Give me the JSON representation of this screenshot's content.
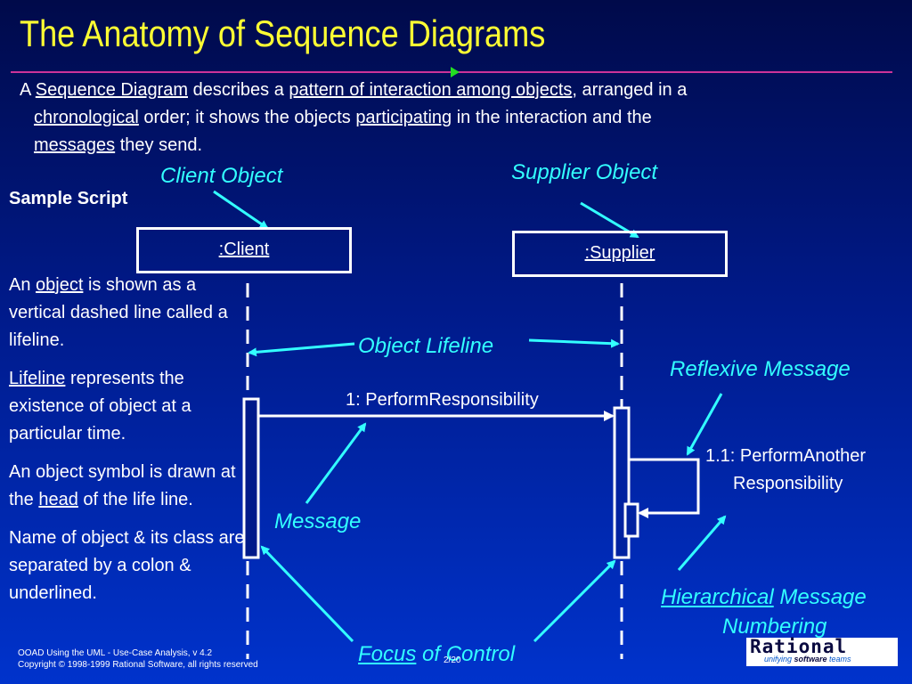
{
  "slide": {
    "title": "The Anatomy of Sequence Diagrams",
    "intro": {
      "t1": "A ",
      "u1": "Sequence Diagram",
      "t2": " describes a ",
      "u2": "pattern of interaction among objects",
      "t3": ", arranged in a",
      "u3": "chronological",
      "t4": " order;  it shows the objects ",
      "u4": "participating",
      "t5": " in the interaction and the",
      "u5": "messages",
      "t6": " they send."
    }
  },
  "labels": {
    "client_object": "Client Object",
    "supplier_object": "Supplier Object",
    "object_lifeline": "Object Lifeline",
    "reflexive_message": "Reflexive Message",
    "message": "Message",
    "hierarchical_u": "Hierarchical",
    "hierarchical_rest": " Message",
    "numbering": "Numbering",
    "focus_u": "Focus",
    "focus_rest": " of Control"
  },
  "sidebar": {
    "heading": "Sample Script",
    "p1a": "An ",
    "p1u": "object",
    "p1b": " is shown as a vertical dashed line called a lifeline.",
    "p2u": "Lifeline",
    "p2b": " represents the existence of object at a particular time.",
    "p3a": "An object symbol is drawn at the ",
    "p3u": "head",
    "p3b": " of the life line.",
    "p4": "Name of object & its class are separated by a colon & underlined."
  },
  "diagram": {
    "client_box": ":Client",
    "supplier_box": ":Supplier",
    "msg1": "1: PerformResponsibility",
    "msg2_line1": "1.1: PerformAnother",
    "msg2_line2": "Responsibility"
  },
  "footer": {
    "line1": "OOAD Using the UML - Use-Case Analysis, v 4.2",
    "line2": "Copyright © 1998-1999 Rational Software, all rights reserved",
    "page": "2/20"
  },
  "logo": {
    "main": "Rational",
    "sub_a": "unifying ",
    "sub_b": "software",
    "sub_c": " teams"
  },
  "colors": {
    "title": "#ffff33",
    "annotation": "#33ffff",
    "rule": "#cc3399"
  }
}
